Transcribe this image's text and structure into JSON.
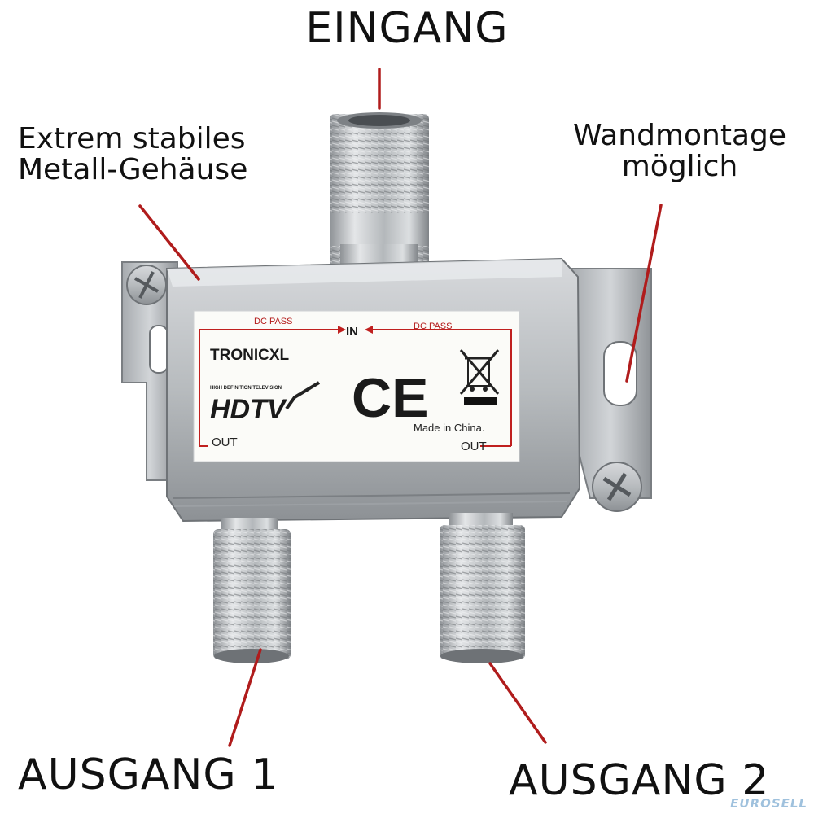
{
  "callouts": {
    "input": "EINGANG",
    "housing_line1": "Extrem stabiles",
    "housing_line2": "Metall-Gehäuse",
    "wall_line1": "Wandmontage",
    "wall_line2": "möglich",
    "output1": "AUSGANG 1",
    "output2": "AUSGANG 2"
  },
  "product_label": {
    "brand": "TRONICXL",
    "dc_pass_left": "DC PASS",
    "dc_pass_right": "DC PASS",
    "in": "IN",
    "out_left": "OUT",
    "out_right": "OUT",
    "made_in": "Made in China.",
    "hdtv_tagline": "HIGH DEFINITION TELEVISION",
    "hdtv_logo": "HDTV",
    "ce_mark": "CE"
  },
  "watermark": "EUROSELL",
  "colors": {
    "arrow": "#b01c1c",
    "metal": "#b9bcbf",
    "label_bg": "#fbfbf8"
  }
}
